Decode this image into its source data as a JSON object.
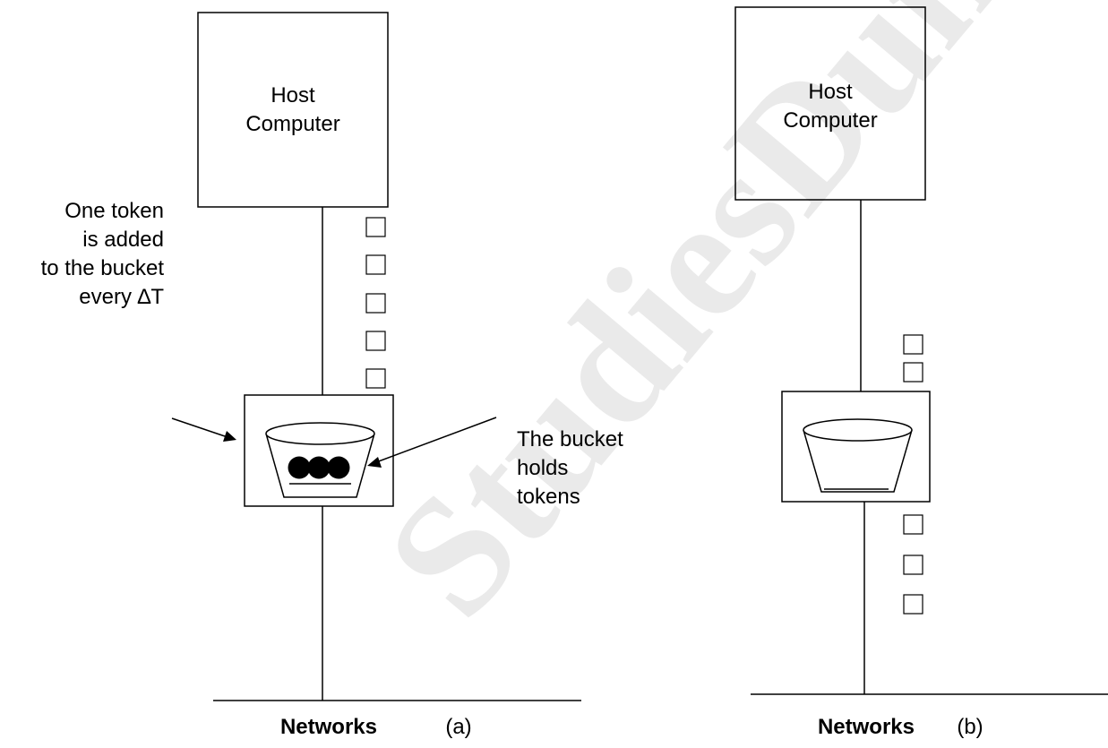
{
  "watermark": "StudiesDuniya.com",
  "panel_a": {
    "host_line1": "Host",
    "host_line2": "Computer",
    "left_note_line1": "One token",
    "left_note_line2": "is added",
    "left_note_line3": "to the bucket",
    "left_note_line4": "every ∆T",
    "right_note_line1": "The bucket",
    "right_note_line2": "holds",
    "right_note_line3": "tokens",
    "network_label": "Networks",
    "tag": "(a)",
    "packets_above": 5,
    "tokens_in_bucket": 3
  },
  "panel_b": {
    "host_line1": "Host",
    "host_line2": "Computer",
    "network_label": "Networks",
    "tag": "(b)",
    "packets_above": 2,
    "packets_below": 3,
    "tokens_in_bucket": 0
  }
}
